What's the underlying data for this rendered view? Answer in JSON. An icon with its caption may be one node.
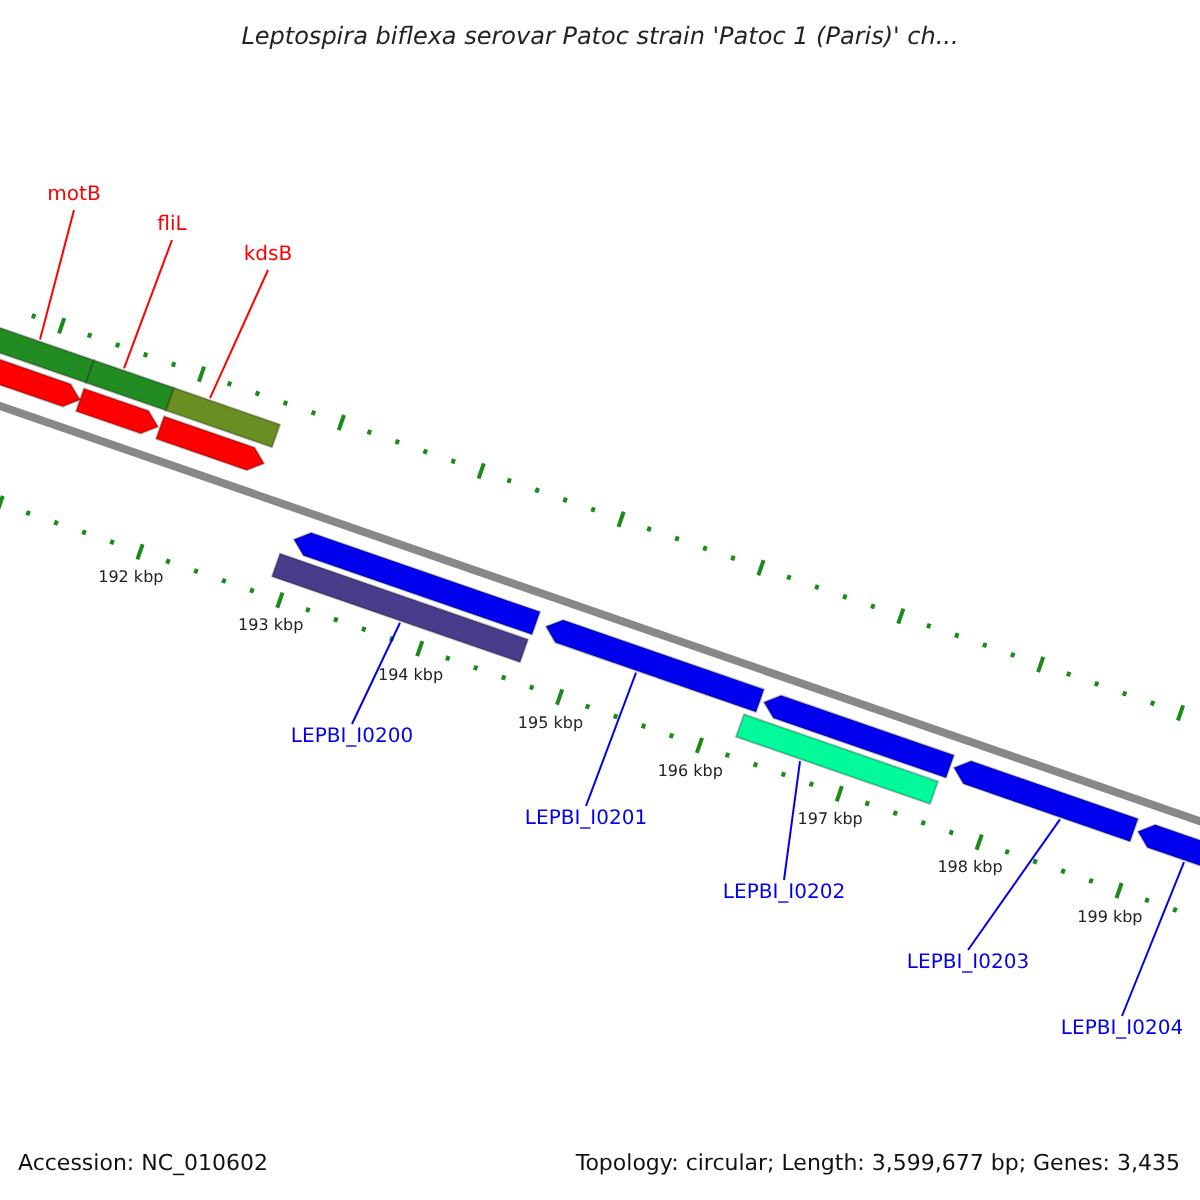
{
  "diagram": {
    "title": "Leptospira biflexa serovar Patoc strain 'Patoc 1 (Paris)' ch...",
    "nodes": [
      {
        "text": [
          "motB"
        ]
      },
      {
        "text": [
          "fliL"
        ]
      },
      {
        "text": [
          "kdsB"
        ]
      },
      {
        "text": [],
        "shape": "bar"
      },
      {
        "text": [],
        "shape": "bar"
      },
      {
        "text": [],
        "shape": "bar"
      },
      {
        "text": [],
        "shape": "arrow"
      },
      {
        "text": [],
        "shape": "arrow"
      },
      {
        "text": [],
        "shape": "arrow"
      },
      {
        "text": [],
        "shape": "arrow"
      },
      {
        "text": [],
        "shape": "bar"
      },
      {
        "text": [],
        "shape": "arrow"
      },
      {
        "text": [],
        "shape": "arrow"
      },
      {
        "text": [],
        "shape": "bar"
      },
      {
        "text": [],
        "shape": "arrow"
      },
      {
        "text": [],
        "shape": "arrow"
      },
      {
        "text": [
          "LEPBI_I0200"
        ]
      },
      {
        "text": [
          "LEPBI_I0201"
        ]
      },
      {
        "text": [
          "LEPBI_I0202"
        ]
      },
      {
        "text": [
          "LEPBI_I0203"
        ]
      },
      {
        "text": [
          "LEPBI_I0204"
        ]
      }
    ],
    "edges": [
      {
        "from": 0,
        "to": 3,
        "arrow": "none",
        "color": "#ff0000"
      },
      {
        "from": 1,
        "to": 4,
        "arrow": "none",
        "color": "#ff0000"
      },
      {
        "from": 2,
        "to": 5,
        "arrow": "none",
        "color": "#ff0000"
      },
      {
        "from": 16,
        "to": 10,
        "arrow": "none"
      },
      {
        "from": 17,
        "to": 11,
        "arrow": "none"
      },
      {
        "from": 18,
        "to": 13,
        "arrow": "none"
      },
      {
        "from": 19,
        "to": 14,
        "arrow": "none"
      },
      {
        "from": 20,
        "to": 15,
        "arrow": "none"
      }
    ],
    "labels": [
      "192 kbp",
      "193 kbp",
      "194 kbp",
      "195 kbp",
      "196 kbp",
      "197 kbp",
      "198 kbp",
      "199 kbp",
      "Accession: NC_010602",
      "Topology: circular; Length: 3,599,677 bp; Genes: 3,435"
    ]
  }
}
